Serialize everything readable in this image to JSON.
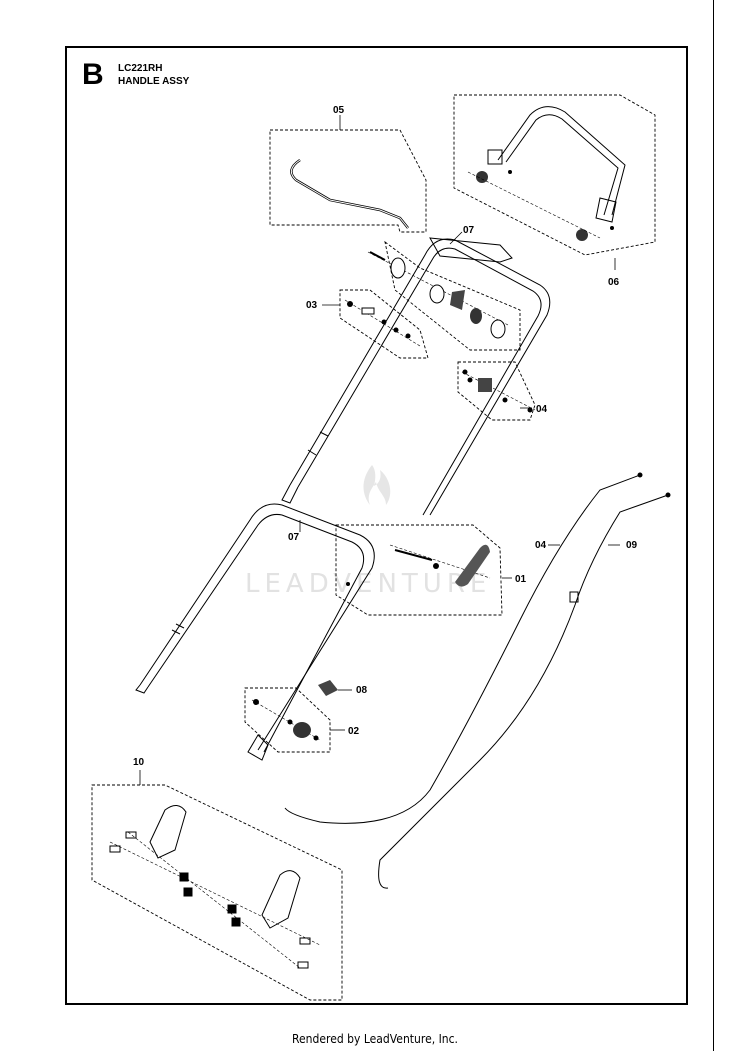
{
  "header": {
    "section_letter": "B",
    "model": "LC221RH",
    "title": "HANDLE ASSY"
  },
  "watermark": {
    "text": "LEADVENTURE"
  },
  "callouts": {
    "c01": "01",
    "c02": "02",
    "c03": "03",
    "c04a": "04",
    "c04b": "04",
    "c05": "05",
    "c06": "06",
    "c07a": "07",
    "c07b": "07",
    "c08": "08",
    "c09": "09",
    "c10": "10"
  },
  "footer": {
    "text": "Rendered by LeadVenture, Inc."
  }
}
